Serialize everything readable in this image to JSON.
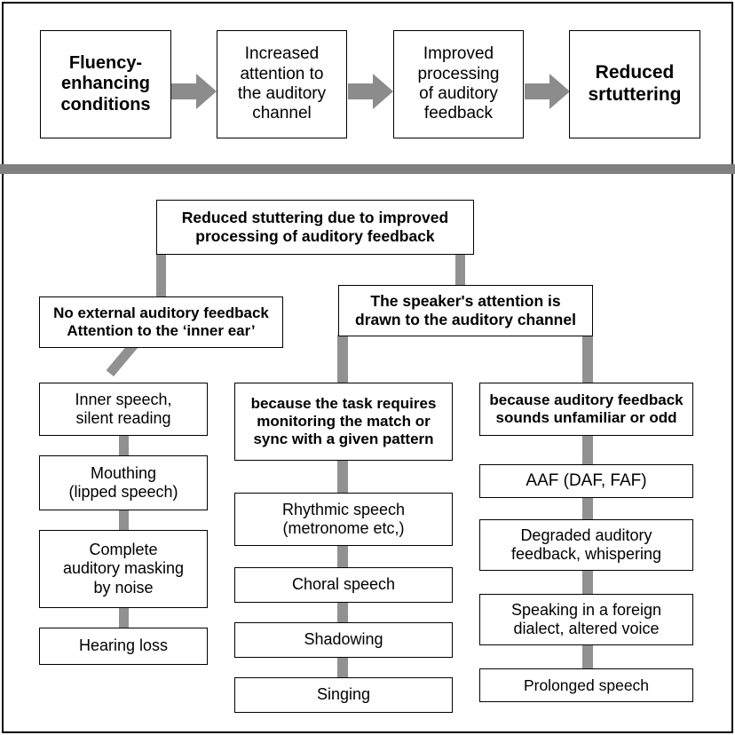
{
  "diagram": {
    "title_bar_color": "#808080",
    "connector_color": "#919191",
    "box_border_color": "#000000",
    "background": "#ffffff",
    "top_flow": {
      "nodes": [
        {
          "id": "fluency-enhancing-conditions",
          "text": "Fluency-\nenhancing\nconditions",
          "bold": true
        },
        {
          "id": "increased-attention",
          "text": "Increased\nattention to\nthe auditory\nchannel",
          "bold": false
        },
        {
          "id": "improved-processing",
          "text": "Improved\nprocessing\nof auditory\nfeedback",
          "bold": false
        },
        {
          "id": "reduced-srtuttering",
          "text": "Reduced\nsrtuttering",
          "bold": true
        }
      ],
      "arrows": [
        "arrow-1",
        "arrow-2",
        "arrow-3"
      ]
    },
    "lower_tree": {
      "root": {
        "id": "reduced-stuttering-root",
        "text": "Reduced stuttering due to improved\nprocessing of auditory feedback",
        "bold": true
      },
      "level2": [
        {
          "id": "no-external-auditory-feedback",
          "text": "No external auditory feedback\nAttention to the ‘inner ear’",
          "bold": true
        },
        {
          "id": "speakers-attention-drawn",
          "text": "The speaker's attention is\ndrawn to the auditory channel",
          "bold": true
        }
      ],
      "columns": [
        {
          "id": "column-left",
          "heading": null,
          "items": [
            {
              "id": "inner-speech",
              "text": "Inner speech,\nsilent reading",
              "bold": false
            },
            {
              "id": "mouthing",
              "text": "Mouthing\n(lipped speech)",
              "bold": false
            },
            {
              "id": "complete-auditory-masking",
              "text": "Complete\nauditory masking\nby noise",
              "bold": false
            },
            {
              "id": "hearing-loss",
              "text": "Hearing loss",
              "bold": false
            }
          ]
        },
        {
          "id": "column-middle",
          "heading": {
            "id": "because-task-requires",
            "text": "because the task requires\nmonitoring the match or\nsync with a given pattern",
            "bold": true
          },
          "items": [
            {
              "id": "rhythmic-speech",
              "text": "Rhythmic speech\n(metronome etc,)",
              "bold": false
            },
            {
              "id": "choral-speech",
              "text": "Choral speech",
              "bold": false
            },
            {
              "id": "shadowing",
              "text": "Shadowing",
              "bold": false
            },
            {
              "id": "singing",
              "text": "Singing",
              "bold": false
            }
          ]
        },
        {
          "id": "column-right",
          "heading": {
            "id": "because-auditory-feedback-unfamiliar",
            "text": "because auditory feedback\nsounds unfamiliar or odd",
            "bold": true
          },
          "items": [
            {
              "id": "aaf-daf-faf",
              "text": "AAF (DAF, FAF)",
              "bold": false
            },
            {
              "id": "degraded-auditory-feedback",
              "text": "Degraded auditory\nfeedback, whispering",
              "bold": false
            },
            {
              "id": "speaking-foreign-dialect",
              "text": "Speaking in a foreign\ndialect, altered voice",
              "bold": false
            },
            {
              "id": "prolonged-speech",
              "text": "Prolonged  speech",
              "bold": false
            }
          ]
        }
      ]
    }
  }
}
